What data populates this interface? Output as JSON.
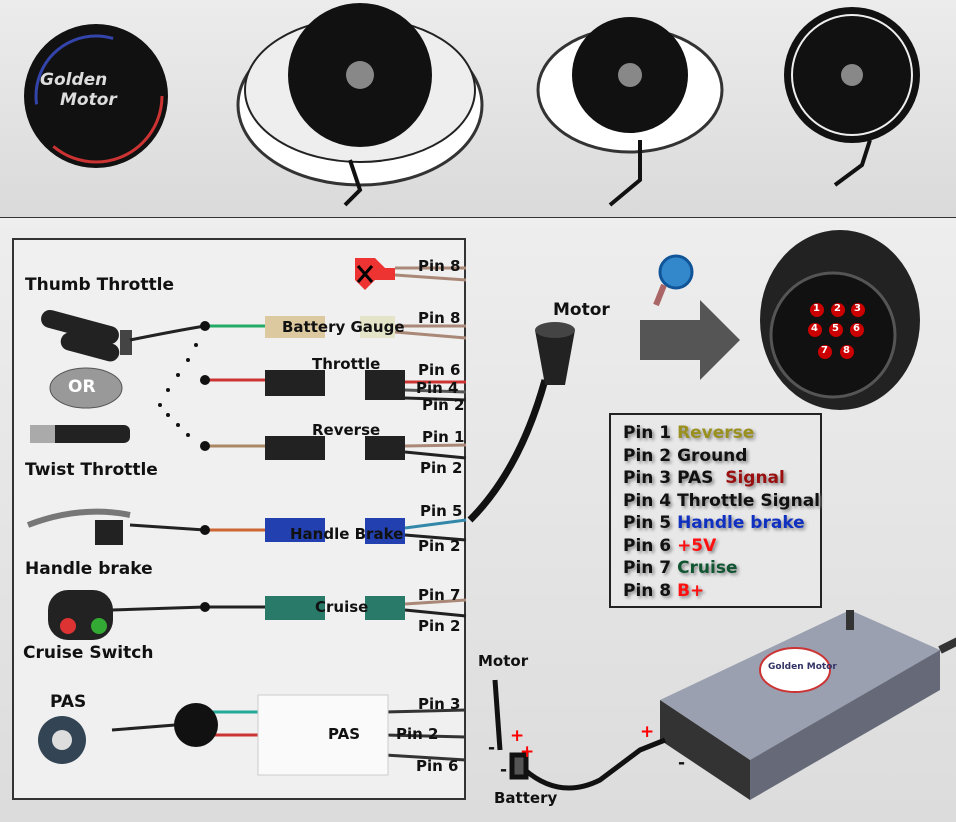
{
  "logo": {
    "line1": "Golden",
    "line2": "Motor"
  },
  "labels": {
    "thumb_throttle": "Thumb Throttle",
    "or": "OR",
    "twist_throttle": "Twist Throttle",
    "handle_brake": "Handle brake",
    "cruise_switch": "Cruise Switch",
    "pas": "PAS",
    "battery_gauge": "Battery Gauge",
    "throttle": "Throttle",
    "reverse": "Reverse",
    "handle_brake_conn": "Handle Brake",
    "cruise": "Cruise",
    "pas_conn": "PAS",
    "motor_top": "Motor",
    "motor_bottom": "Motor",
    "battery": "Battery"
  },
  "pins": {
    "p8a": "Pin 8",
    "p8b": "Pin 8",
    "p6": "Pin 6",
    "p4": "Pin 4",
    "p2a": "Pin 2",
    "p1": "Pin 1",
    "p2b": "Pin 2",
    "p5": "Pin 5",
    "p2c": "Pin 2",
    "p7": "Pin 7",
    "p2d": "Pin 2",
    "p3": "Pin 3",
    "p2e": "Pin 2",
    "p6b": "Pin 6"
  },
  "legend": [
    {
      "pin": "Pin 1",
      "desc": "Reverse",
      "color": "#9a9020"
    },
    {
      "pin": "Pin 2",
      "desc": "Ground",
      "color": "#111111"
    },
    {
      "pin": "Pin 3",
      "desc": "PAS  ",
      "extra": "Signal",
      "color": "#111111",
      "extra_color": "#9a1010"
    },
    {
      "pin": "Pin 4",
      "desc": "Throttle Signal",
      "color": "#111111"
    },
    {
      "pin": "Pin 5",
      "desc": "Handle brake",
      "color": "#1030c0"
    },
    {
      "pin": "Pin 6",
      "desc": "+5V",
      "color": "#ff1010"
    },
    {
      "pin": "Pin 7",
      "desc": "Cruise",
      "color": "#115533"
    },
    {
      "pin": "Pin 8",
      "desc": "B+",
      "color": "#ff1010"
    }
  ],
  "connector_pins": [
    "1",
    "2",
    "3",
    "4",
    "5",
    "6",
    "7",
    "8"
  ],
  "polarity": {
    "plus": "+",
    "minus": "-"
  },
  "controller_logo": "Golden Motor"
}
